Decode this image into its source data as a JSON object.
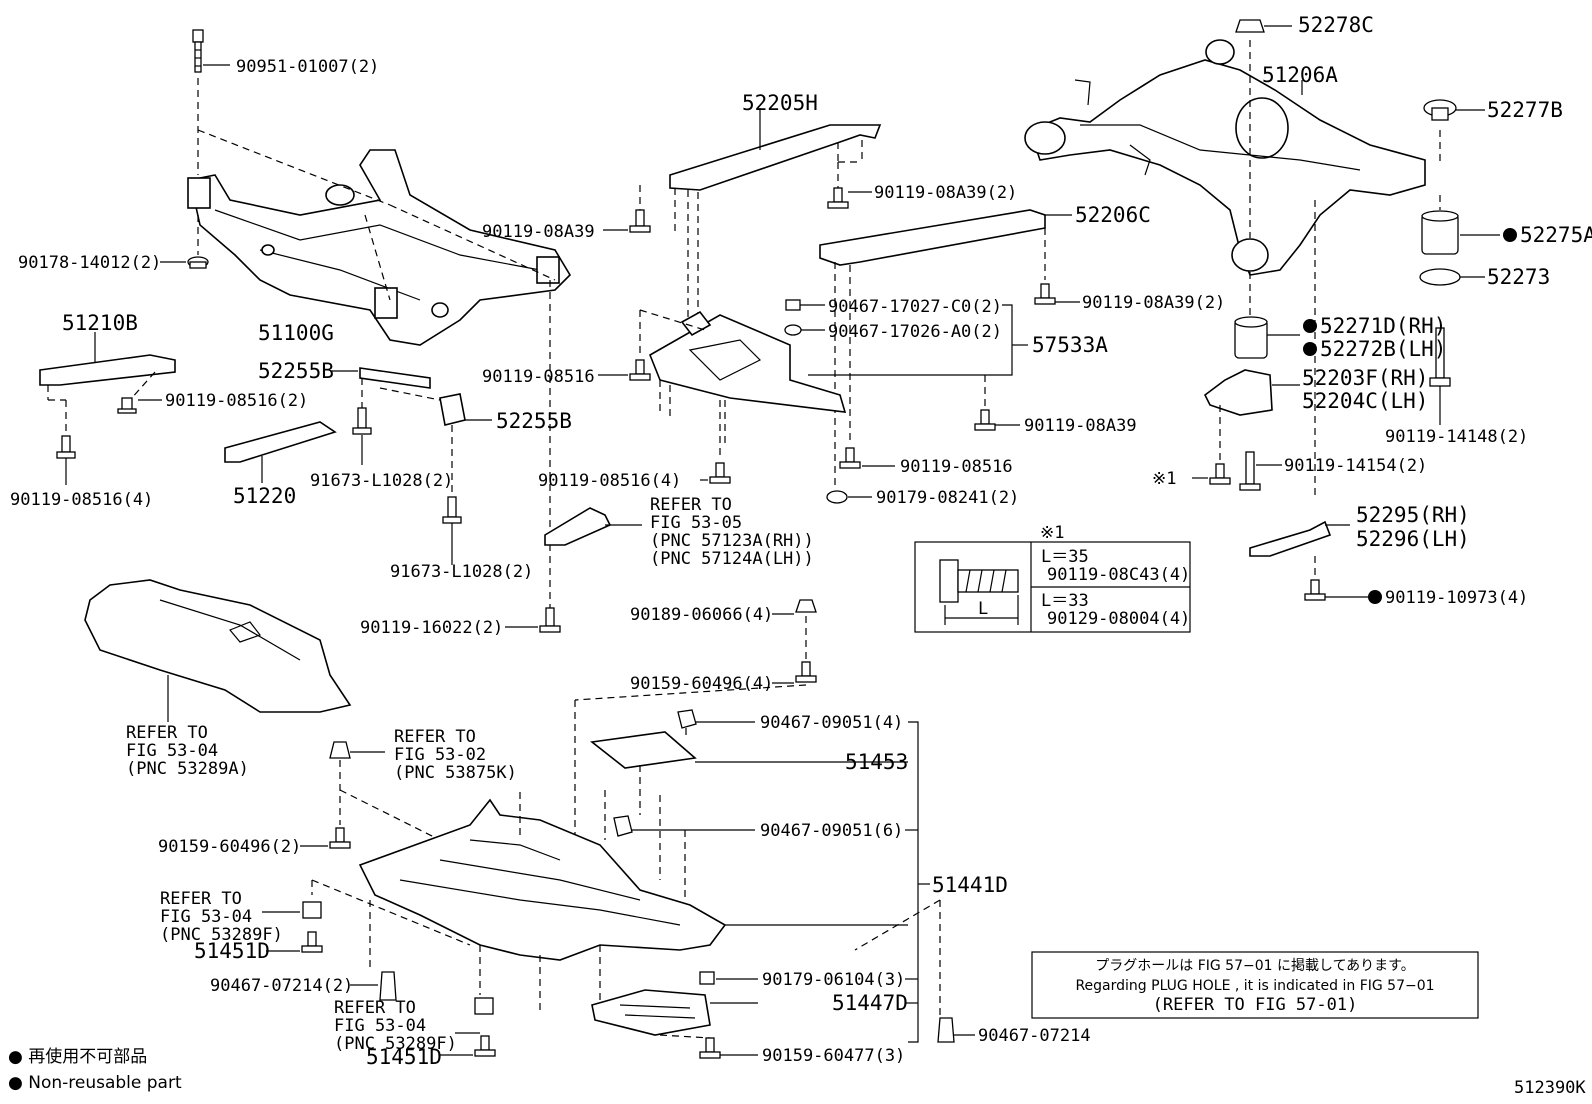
{
  "labels": {
    "p90951": "90951-01007(2)",
    "p52205H": "52205H",
    "p52278C": "52278C",
    "p51206A": "51206A",
    "p52277B": "52277B",
    "p90119_08A39_2a": "90119-08A39(2)",
    "p90119_08A39_a": "90119-08A39",
    "p52206C": "52206C",
    "p52275A": "52275A",
    "p90178": "90178-14012(2)",
    "p52273": "52273",
    "p90467_17027": "90467-17027-C0(2)",
    "p90119_08A39_2b": "90119-08A39(2)",
    "p51210B": "51210B",
    "p51100G": "51100G",
    "p90467_17026": "90467-17026-A0(2)",
    "p52271D": "52271D(RH)",
    "p57533A": "57533A",
    "p52272B": "52272B(LH)",
    "p52255B_a": "52255B",
    "p90119_08516_a": "90119-08516",
    "p52203F": "52203F(RH)",
    "p90119_08516_2": "90119-08516(2)",
    "p52204C": "52204C(LH)",
    "p52255B_b": "52255B",
    "p90119_08A39_b": "90119-08A39",
    "p90119_14148": "90119-14148(2)",
    "p90119_08516_b": "90119-08516",
    "p90119_14154": "90119-14154(2)",
    "p90119_08516_4a": "90119-08516(4)",
    "p51220": "51220",
    "p91673_a": "91673-L1028(2)",
    "p90119_08516_4b": "90119-08516(4)",
    "p90179_08241": "90179-08241(2)",
    "ref5305_1": "REFER TO",
    "ref5305_2": "FIG 53-05",
    "ref5305_3": "(PNC 57123A(RH))",
    "ref5305_4": "(PNC 57124A(LH))",
    "p52295": "52295(RH)",
    "p52296": "52296(LH)",
    "p91673_b": "91673-L1028(2)",
    "p90119_16022": "90119-16022(2)",
    "p90189": "90189-06066(4)",
    "p90119_10973": "90119-10973(4)",
    "p90159_60496_4": "90159-60496(4)",
    "ref5304a_1": "REFER TO",
    "ref5304a_2": "FIG 53-04",
    "ref5304a_3": "(PNC 53289A)",
    "ref5302_1": "REFER TO",
    "ref5302_2": "FIG 53-02",
    "ref5302_3": "(PNC 53875K)",
    "p90467_09051_4": "90467-09051(4)",
    "p51453": "51453",
    "p90159_60496_2": "90159-60496(2)",
    "p90467_09051_6": "90467-09051(6)",
    "ref5304b_1": "REFER TO",
    "ref5304b_2": "FIG 53-04",
    "ref5304b_3": "(PNC 53289F)",
    "p51441D": "51441D",
    "p51451D_a": "51451D",
    "p90467_07214_2": "90467-07214(2)",
    "p90179_06104": "90179-06104(3)",
    "ref5304c_1": "REFER TO",
    "ref5304c_2": "FIG 53-04",
    "ref5304c_3": "(PNC 53289F)",
    "p51447D": "51447D",
    "p90467_07214": "90467-07214",
    "p51451D_b": "51451D",
    "p90159_60477": "90159-60477(3)",
    "kome1": "※1",
    "kome1_head": "※1"
  },
  "bolt_table": {
    "row1_len": "L＝35",
    "row1_part": "90119-08C43(4)",
    "row2_len": "L＝33",
    "row2_part": "90129-08004(4)",
    "dim_label": "L"
  },
  "note": {
    "line1": "プラグホールは FIG 57−01 に掲載してあります。",
    "line2": "Regarding PLUG HOLE , it is indicated in FIG 57−01",
    "line3": "(REFER TO FIG 57-01)"
  },
  "legend": {
    "jp": "● 再使用不可部品",
    "en": "● Non-reusable part"
  },
  "figure_id": "512390K"
}
